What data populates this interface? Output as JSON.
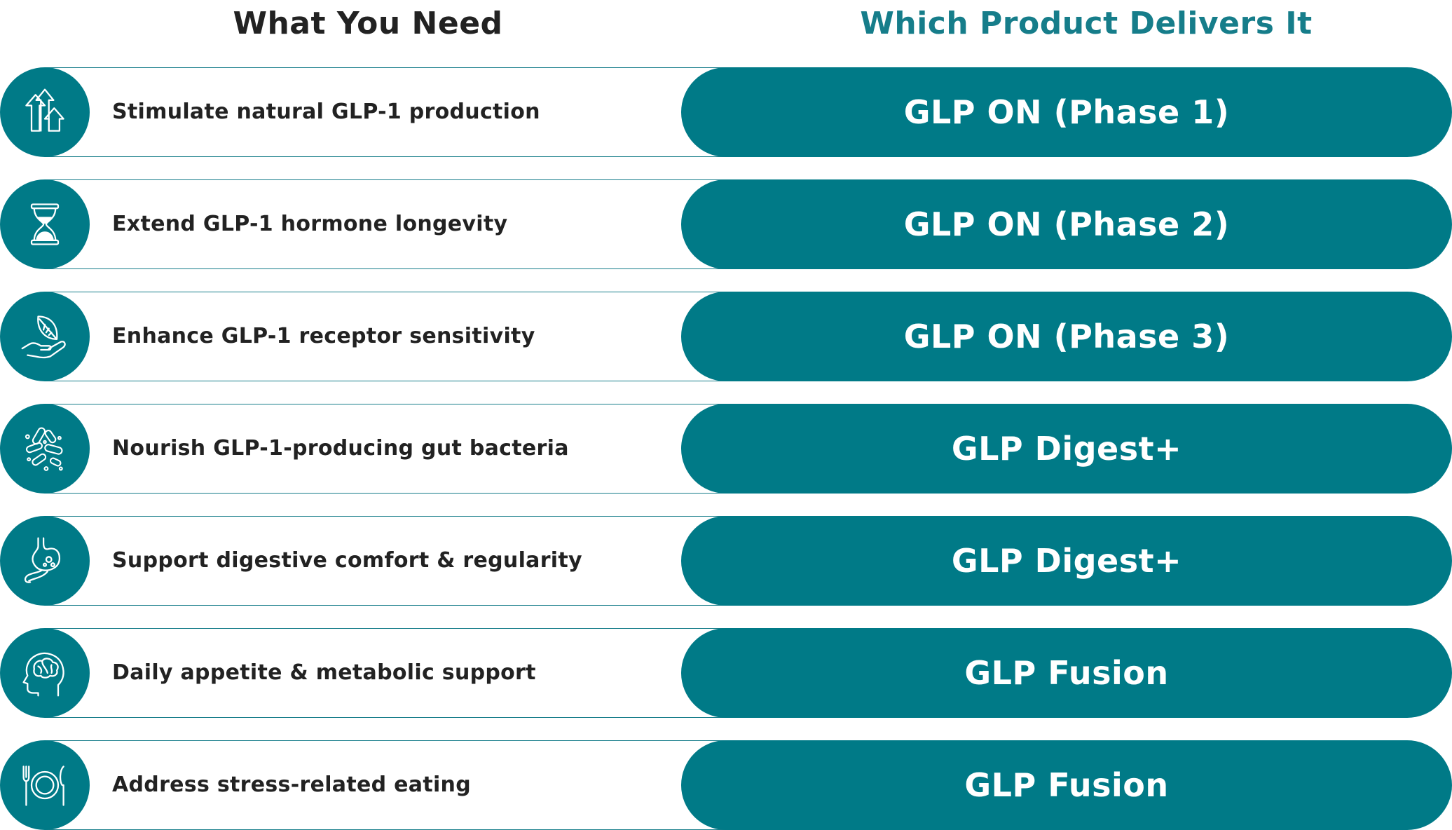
{
  "headings": {
    "left": "What You Need",
    "right": "Which Product Delivers It"
  },
  "colors": {
    "teal": "#007a87",
    "heading_teal": "#167d8a",
    "text_dark": "#222222"
  },
  "rows": [
    {
      "icon": "rising-arrows-icon",
      "need": "Stimulate natural GLP-1 production",
      "product": "GLP ON (Phase 1)"
    },
    {
      "icon": "hourglass-icon",
      "need": "Extend GLP-1 hormone longevity",
      "product": "GLP ON (Phase 2)"
    },
    {
      "icon": "hand-leaf-icon",
      "need": "Enhance GLP-1 receptor sensitivity",
      "product": "GLP ON (Phase 3)"
    },
    {
      "icon": "gut-bacteria-icon",
      "need": "Nourish GLP-1-producing gut bacteria",
      "product": "GLP Digest+"
    },
    {
      "icon": "stomach-icon",
      "need": "Support digestive comfort & regularity",
      "product": "GLP Digest+"
    },
    {
      "icon": "head-brain-icon",
      "need": "Daily appetite & metabolic support",
      "product": "GLP Fusion"
    },
    {
      "icon": "plate-utensils-icon",
      "need": "Address stress-related eating",
      "product": "GLP Fusion"
    }
  ]
}
